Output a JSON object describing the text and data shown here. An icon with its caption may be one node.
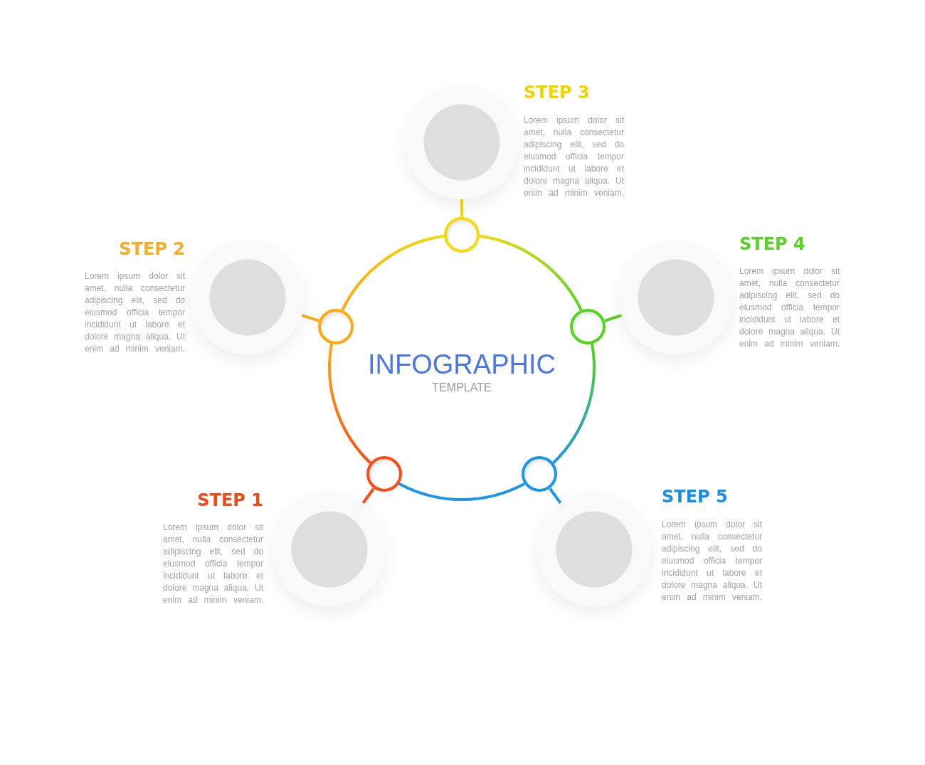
{
  "diagram": {
    "title": "INFOGRAPHIC",
    "nodes": [
      {
        "text": [],
        "shape": "circle"
      },
      {
        "text": [],
        "shape": "circle"
      },
      {
        "text": [],
        "shape": "circle"
      },
      {
        "text": [],
        "shape": "circle"
      },
      {
        "text": [],
        "shape": "circle"
      },
      {
        "text": [],
        "shape": "circle",
        "beside": [
          "STEP 1",
          "Lorem ipsum dolor sit amet, nulla consectetur adipiscing elit, sed do eiusmod officia tempor incididunt ut labore et dolore magna aliqua. Ut enim ad minim veniam."
        ]
      },
      {
        "text": [],
        "shape": "circle",
        "beside": [
          "STEP 2",
          "Lorem ipsum dolor sit amet, nulla consectetur adipiscing elit, sed do eiusmod officia tempor incididunt ut labore et dolore magna aliqua. Ut enim ad minim veniam."
        ]
      },
      {
        "text": [],
        "shape": "circle",
        "beside": [
          "STEP 3",
          "Lorem ipsum dolor sit amet, nulla consectetur adipiscing elit, sed do eiusmod officia tempor incididunt ut labore et dolore magna aliqua. Ut enim ad minim veniam."
        ]
      },
      {
        "text": [],
        "shape": "circle",
        "beside": [
          "STEP 4",
          "Lorem ipsum dolor sit amet, nulla consectetur adipiscing elit, sed do eiusmod officia tempor incididunt ut labore et dolore magna aliqua. Ut enim ad minim veniam."
        ]
      },
      {
        "text": [],
        "shape": "circle",
        "beside": [
          "STEP 5",
          "Lorem ipsum dolor sit amet, nulla consectetur adipiscing elit, sed do eiusmod officia tempor incididunt ut labore et dolore magna aliqua. Ut enim ad minim veniam."
        ]
      }
    ],
    "edges": [
      {
        "from": 0,
        "to": 5,
        "arrow": "none",
        "color": "#ff4a12"
      },
      {
        "from": 1,
        "to": 6,
        "arrow": "none",
        "color": "#ffa812"
      },
      {
        "from": 2,
        "to": 7,
        "arrow": "none",
        "color": "#f5d90a"
      },
      {
        "from": 3,
        "to": 8,
        "arrow": "none",
        "color": "#55d41e"
      },
      {
        "from": 4,
        "to": 9,
        "arrow": "none",
        "color": "#1a96ea"
      },
      {
        "from": 0,
        "to": 1,
        "arrow": "none",
        "color": "#ffa812"
      },
      {
        "from": 1,
        "to": 2,
        "arrow": "none",
        "color": "#f5d90a"
      },
      {
        "from": 2,
        "to": 3,
        "arrow": "none",
        "color": "#55d41e"
      },
      {
        "from": 3,
        "to": 4,
        "arrow": "none",
        "color": "#1a96ea"
      },
      {
        "from": 4,
        "to": 0,
        "arrow": "none",
        "color": "#1a96ea"
      }
    ],
    "labels": [
      "TEMPLATE"
    ]
  }
}
